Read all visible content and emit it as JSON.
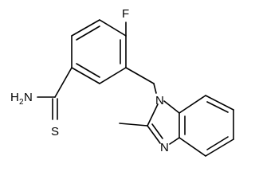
{
  "molecule": {
    "atom_labels": {
      "fluorine": "F",
      "amine_n": "N",
      "amine_h": "H",
      "amine_sub": "2",
      "thione_s": "S",
      "imidazole_n1": "N",
      "imidazole_n3": "N"
    }
  },
  "colors": {
    "bond": "#000000",
    "text": "#000000",
    "background": "#ffffff"
  }
}
